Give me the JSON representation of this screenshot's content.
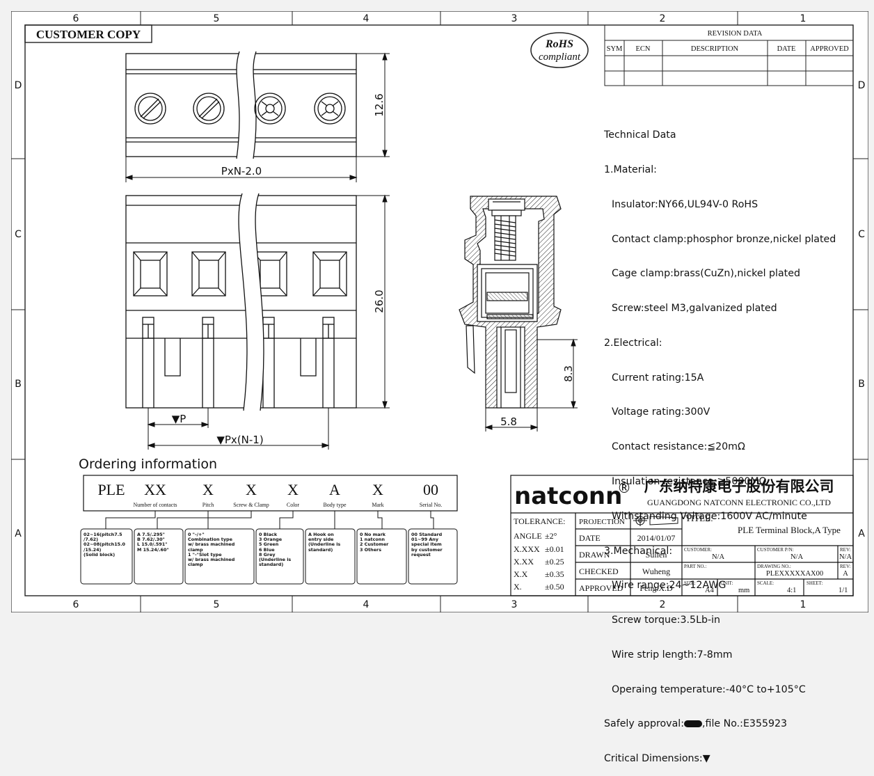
{
  "grid": {
    "columns": [
      "6",
      "5",
      "4",
      "3",
      "2",
      "1"
    ],
    "rows": [
      "D",
      "C",
      "B",
      "A"
    ]
  },
  "customer_copy": "CUSTOMER COPY",
  "rohs": {
    "line1": "RoHS",
    "line2": "compliant"
  },
  "revision": {
    "title": "REVISION DATA",
    "headers": [
      "SYM",
      "ECN",
      "DESCRIPTION",
      "DATE",
      "APPROVED"
    ]
  },
  "dimensions": {
    "height_top": "12.6",
    "width_top": "PxN-2.0",
    "height_front": "26.0",
    "pitch": "▼P",
    "pitch_total": "▼Px(N-1)",
    "pin_length": "8.3",
    "side_width": "5.8"
  },
  "technical_data": [
    {
      "text": "Technical Data",
      "indent": 0
    },
    {
      "text": "1.Material:",
      "indent": 0
    },
    {
      "text": "Insulator:NY66,UL94V-0 RoHS",
      "indent": 1
    },
    {
      "text": "Contact clamp:phosphor bronze,nickel plated",
      "indent": 1
    },
    {
      "text": "Cage clamp:brass(CuZn),nickel plated",
      "indent": 1
    },
    {
      "text": "Screw:steel M3,galvanized plated",
      "indent": 1
    },
    {
      "text": "2.Electrical:",
      "indent": 0
    },
    {
      "text": "Current rating:15A",
      "indent": 1
    },
    {
      "text": "Voltage rating:300V",
      "indent": 1
    },
    {
      "text": "Contact resistance:≦20mΩ",
      "indent": 1
    },
    {
      "text": "Insulation resistance:≧5000MΩ",
      "indent": 1
    },
    {
      "text": "Withstanding Voltage:1600V AC/minute",
      "indent": 1
    },
    {
      "text": "3.Mechanical:",
      "indent": 0
    },
    {
      "text": "Wire range:24~12AWG",
      "indent": 1
    },
    {
      "text": "Screw torque:3.5Lb-in",
      "indent": 1
    },
    {
      "text": "Wire strip length:7-8mm",
      "indent": 1
    },
    {
      "text": "Operaing temperature:-40°C to+105°C",
      "indent": 1
    },
    {
      "text": "Safely approval:",
      "suffix": ",file No.:E355923",
      "indent": 0
    },
    {
      "text": "Critical Dimensions:▼",
      "indent": 0
    }
  ],
  "ordering": {
    "title": "Ordering information",
    "codes": [
      {
        "code": "PLE",
        "label": ""
      },
      {
        "code": "XX",
        "label": "Number of contacts"
      },
      {
        "code": "X",
        "label": "Pitch"
      },
      {
        "code": "X",
        "label": "Screw & Clamp"
      },
      {
        "code": "X",
        "label": "Color"
      },
      {
        "code": "A",
        "label": "Body type"
      },
      {
        "code": "X",
        "label": "Mark"
      },
      {
        "code": "00",
        "label": "Serial No."
      }
    ],
    "options": [
      "02~16(pitch7.5\n/7.62)\n02~08(pitch15.0\n/15.24)\n(Solid block)",
      "A 7.5/.295\"\nB 7.62/.30\"\nL 15.0/.591\"\nM 15.24/.60\"",
      "0 \"-/+\"\nCombination type\nw/ brass machined\nclamp\n1 \"-\"Slot type\nw/ brass machined\nclamp",
      "0 Black\n3 Orange\n5 Green\n6 Blue\n8 Grey\n(Underline is\nstandard)",
      "A Hook on\nentry side\n(Underline is\nstandard)",
      "0 No mark\n1 natconn\n2 Customer\n3 Others",
      "00 Standard\n01~99 Any\nspecial item\nby customer\nrequest"
    ]
  },
  "title_block": {
    "brand": "natconn",
    "reg": "®",
    "company_cn": "广东纳特康电子股份有限公司",
    "company_en": "GUANGDONG NATCONN ELECTRONIC CO.,LTD",
    "tolerance": [
      {
        "label": "TOLERANCE:",
        "value": ""
      },
      {
        "label": "ANGLE",
        "value": "±2°"
      },
      {
        "label": "X.XXX",
        "value": "±0.01"
      },
      {
        "label": "X.XX",
        "value": "±0.25"
      },
      {
        "label": "X.X",
        "value": "±0.35"
      },
      {
        "label": "X.",
        "value": "±0.50"
      }
    ],
    "projection_label": "PROJECTION",
    "date_label": "DATE",
    "date": "2014/01/07",
    "drawn_label": "DRAWN",
    "drawn": "Sullen",
    "checked_label": "CHECKED",
    "checked": "Wuheng",
    "approved_label": "APPROVED",
    "approved": "Feng.X.D",
    "title_label": "TITLE:",
    "title": "PLE  Terminal Block,A Type",
    "customer_label": "CUSTOMER:",
    "customer": "N/A",
    "customer_pn_label": "CUSTOMER P/N:",
    "customer_pn": "N/A",
    "rev_label": "REV:",
    "rev1": "N/A",
    "part_no_label": "PART NO.:",
    "drawing_no_label": "DRAWING NO.:",
    "drawing_no": "PLEXXXXXAX00",
    "rev2": "A",
    "size_label": "SIZE:",
    "size": "A4",
    "unit_label": "UNIT:",
    "unit": "mm",
    "scale_label": "SCALE:",
    "scale": "4:1",
    "sheet_label": "SHEET:",
    "sheet": "1/1"
  }
}
